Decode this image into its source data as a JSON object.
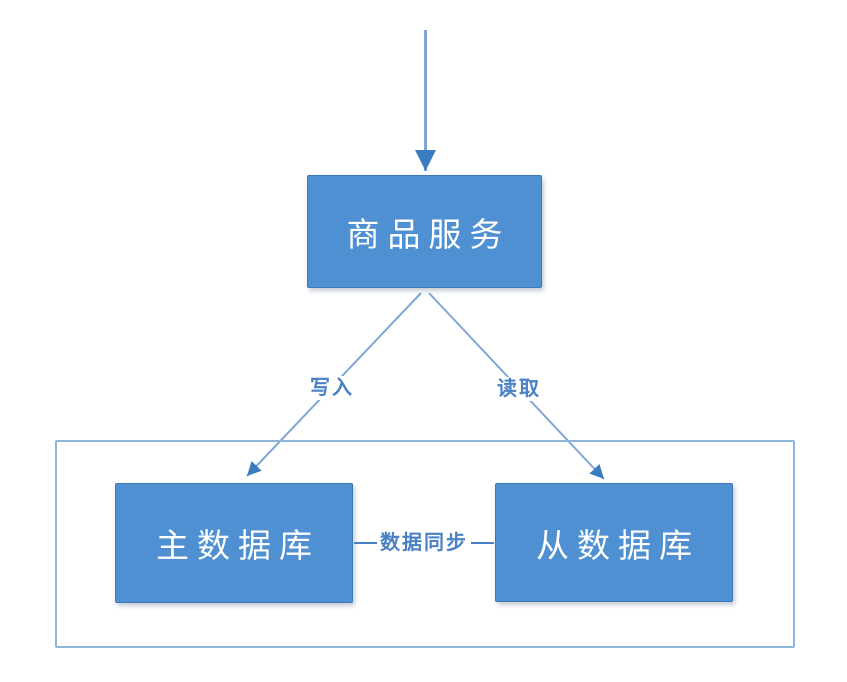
{
  "diagram": {
    "nodes": {
      "service": {
        "label": "商品服务"
      },
      "master": {
        "label": "主数据库"
      },
      "slave": {
        "label": "从数据库"
      }
    },
    "edge_labels": {
      "write": "写入",
      "read": "读取",
      "sync": "数据同步"
    },
    "colors": {
      "node_fill": "#4e90d2",
      "node_border": "#3e78b4",
      "node_text": "#ffffff",
      "connector": "#7fa6d6",
      "arrowhead": "#3b7cc0",
      "edge_label_text": "#4a80c4",
      "container_border": "#90b5da",
      "background": "#ffffff"
    }
  }
}
